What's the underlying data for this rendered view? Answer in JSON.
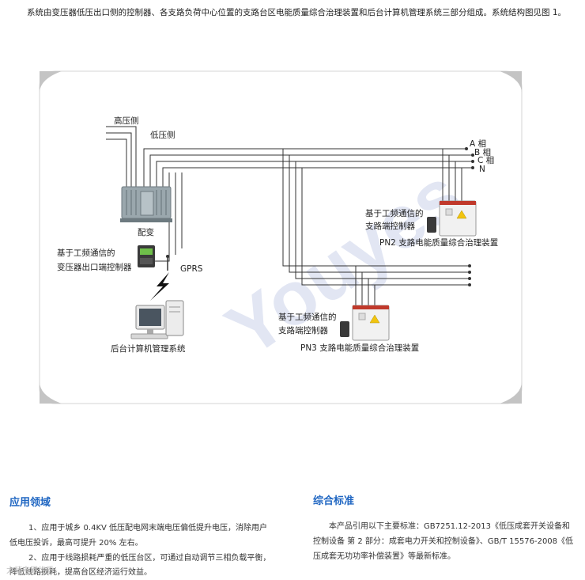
{
  "intro": "系统由变压器低压出口侧的控制器、各支路负荷中心位置的支路台区电能质量综合治理装置和后台计算机管理系统三部分组成。系统结构图见图 1。",
  "diagram": {
    "label_high_side": "高压侧",
    "label_low_side": "低压侧",
    "label_transformer": "配变",
    "phase_labels": [
      "A 相",
      "B 相",
      "C 相",
      "N"
    ],
    "controller_label_1": "基于工频通信的",
    "controller_label_2": "变压器出口端控制器",
    "gprs_label": "GPRS",
    "backend_label": "后台计算机管理系统",
    "pn2_label_1": "基于工频通信的",
    "pn2_label_2": "支路端控制器",
    "pn2_device": "PN2 支路电能质量综合治理装置",
    "pn3_label_1": "基于工频通信的",
    "pn3_label_2": "支路端控制器",
    "pn3_device": "PN3 支路电能质量综合治理装置",
    "watermark": "Youyes",
    "colors": {
      "frame": "#cfcfcf",
      "wire": "#333333",
      "watermark": "#e3e6f2",
      "device_red": "#c0392b"
    }
  },
  "application": {
    "title": "应用领域",
    "item1_line1": "1、应用于城乡 0.4KV 低压配电网末端电压偏低提升电压，消除用户",
    "item1_line2": "低电压投诉，最高可提升 20% 左右。",
    "item2_line1": "2、应用于线路损耗严重的低压台区，可通过自动调节三相负载平衡，",
    "item2_line2": "降低线路损耗，提高台区经济运行效益。"
  },
  "standards": {
    "title": "综合标准",
    "line1": "本产品引用以下主要标准：GB7251.12-2013《低压成套开关设备和",
    "line2": "控制设备 第 2 部分：成套电力开关和控制设备》、GB/T 15576-2008《低",
    "line3": "压成套无功功率补偿装置》等最新标准。"
  },
  "corner_watermark": "大楠电网优质"
}
